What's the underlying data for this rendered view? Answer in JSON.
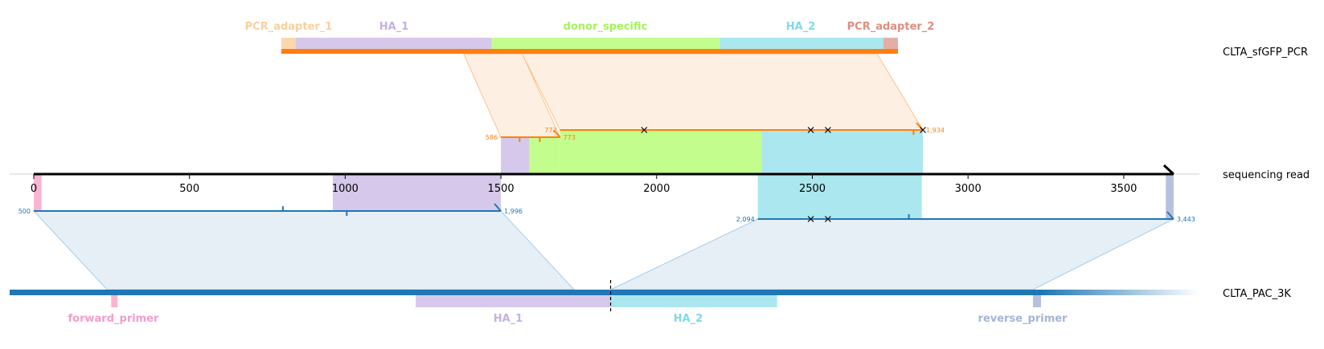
{
  "read": {
    "name": "sequencing read",
    "ticks": [
      "0",
      "500",
      "1000",
      "1500",
      "2000",
      "2500",
      "3000",
      "3500"
    ],
    "length": 3660,
    "end_boxes": [
      {
        "start": 0,
        "end": 25,
        "color": "#f8b6d2"
      },
      {
        "start": 3635,
        "end": 3660,
        "color": "#b6c2dc"
      }
    ]
  },
  "pcr_template": {
    "name": "CLTA_sfGFP_PCR",
    "color": "#ff7f0e",
    "features": [
      {
        "name": "PCR_adapter_1",
        "color": "#fbd7ae",
        "text_color": "#f9cf9f",
        "start": 0,
        "end": 18
      },
      {
        "name": "HA_1",
        "color": "#d6c8ea",
        "text_color": "#c5b0e3",
        "start": 18,
        "end": 262
      },
      {
        "name": "donor_specific",
        "color": "#c3fd8d",
        "text_color": "#a6f25c",
        "start": 262,
        "end": 546
      },
      {
        "name": "HA_2",
        "color": "#aae7ee",
        "text_color": "#7fd9e9",
        "start": 546,
        "end": 750
      },
      {
        "name": "PCR_adapter_2",
        "color": "#e3afa5",
        "text_color": "#dc8f80",
        "start": 750,
        "end": 768
      }
    ],
    "length": 768
  },
  "pcr_alignments": [
    {
      "label_start": "586",
      "label_end": "773",
      "read_start": 1500,
      "read_end": 1690,
      "ref_start": 227,
      "ref_end": 300
    },
    {
      "label_start": "772",
      "label_end": "1,934",
      "read_start": 1690,
      "read_end": 2855,
      "ref_start": 300,
      "ref_end": 742
    }
  ],
  "genome": {
    "name": "CLTA_PAC_3K",
    "color": "#1f77b4",
    "features": [
      {
        "name": "forward_primer",
        "color": "#f8b6d2",
        "text_color": "#f59ccc",
        "start": 125,
        "end": 133
      },
      {
        "name": "HA_1",
        "color": "#d6c8ea",
        "text_color": "#c5b0e3",
        "start": 500,
        "end": 740
      },
      {
        "name": "HA_2",
        "color": "#aae7ee",
        "text_color": "#7fd9e9",
        "start": 740,
        "end": 945
      },
      {
        "name": "reverse_primer",
        "color": "#b6c2dc",
        "text_color": "#a5b4d4",
        "start": 1260,
        "end": 1270
      }
    ],
    "cut_site": 740,
    "length": 1465
  },
  "genome_alignments": [
    {
      "label_start": "500",
      "label_end": "1,996",
      "read_start": 0,
      "read_end": 1500,
      "ref_start": 120,
      "ref_end": 695
    },
    {
      "label_start": "2,094",
      "label_end": "3,443",
      "read_start": 2325,
      "read_end": 3660,
      "ref_start": 740,
      "ref_end": 1260
    }
  ],
  "colors": {
    "pcr_fill": "#fdf0e3",
    "genome_fill": "#e6eff6",
    "pcr_light": "#fdc08a",
    "genome_light": "#a6cde9",
    "read_axis": "#000000"
  }
}
